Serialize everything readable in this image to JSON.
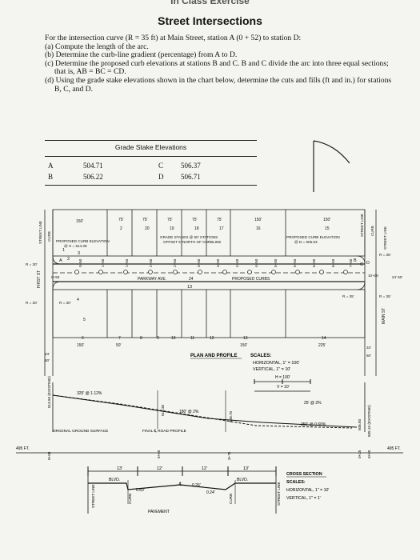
{
  "page": {
    "cut_header": "In Class Exercise",
    "title": "Street Intersections"
  },
  "problem": {
    "intro": "For the intersection curve (R = 35 ft) at Main Street, station A (0 + 52) to station D:",
    "items": [
      "(a) Compute the length of the arc.",
      "(b) Determine the curb-line gradient (percentage) from A to D.",
      "(c) Determine the proposed curb elevations at stations B and C. B and C divide the arc into three equal sections; that is, AB = BC = CD.",
      "(d) Using the grade stake elevations shown in the chart below, determine the cuts and fills (ft and in.) for stations B, C, and D."
    ]
  },
  "grade_table": {
    "title": "Grade Stake Elevations",
    "rows": [
      {
        "l1": "A",
        "v1": "504.71",
        "l2": "C",
        "v2": "506.37"
      },
      {
        "l1": "B",
        "v1": "506.22",
        "l2": "D",
        "v2": "506.71"
      }
    ]
  },
  "plan": {
    "lot_frontages": [
      "150'",
      "75'",
      "75'",
      "75'",
      "75'",
      "75'",
      "150'",
      "150'"
    ],
    "lot_numbers_top": [
      "2",
      "20",
      "19",
      "18",
      "17",
      "16",
      "15"
    ],
    "lot_frontages_bottom": [
      "150'",
      "50'",
      "150'",
      "225'"
    ],
    "lot_numbers_bottom": [
      "4",
      "5",
      "6",
      "7",
      "8",
      "9",
      "10",
      "11",
      "12",
      "13",
      "14"
    ],
    "left_note_1": "PROPOSED CURB ELEVATION",
    "left_note_2": "@ H = 514.35",
    "center_note_1": "GRADE STAKES @ 50' STATIONS",
    "center_note_2": "OFFSET 5' NORTH OF CURBLINE",
    "right_note_1": "PROPOSED CURB ELEVATION",
    "right_note_2": "@ D = 505.63",
    "street_name": "PARKWAY AVE.",
    "street_label_24": "24",
    "proposed_curbs": "PROPOSED CURBS",
    "first_st": "FIRST ST",
    "main_st": "MAIN ST",
    "street_line": "STREET LINE",
    "curb": "CURB",
    "radius_30": "R = 30'",
    "radius_35": "R = 35'",
    "width_24": "24'",
    "width_60": "60'",
    "width_24_50": "24'  50'",
    "width_34": "34'",
    "stations_top": [
      "0+50",
      "1+00",
      "1+50",
      "2+00",
      "2+50",
      "3+00",
      "3+50",
      "4+00",
      "4+50",
      "5+00",
      "5+50",
      "6+00",
      "6+50",
      "7+00"
    ],
    "left_station": "0+50",
    "right_station": "10+00",
    "point_labels": [
      "A",
      "B",
      "C",
      "D",
      "B",
      "C"
    ],
    "small_nums": [
      "3",
      "2",
      "1",
      "13"
    ]
  },
  "profile": {
    "heading": "PLAN AND PROFILE",
    "scales": "SCALES:",
    "horizontal": "HORIZONTAL, 1\" = 100'",
    "vertical": "VERTICAL, 1\" = 10'",
    "h_scale": "H = 100'",
    "v_scale": "V = 10'",
    "grade_1": "325' @ 1.12%",
    "grade_2": "180' @ 2%",
    "grade_3": "25' @ 2%",
    "grade_4": "350' @ 0.60%",
    "elev_left": "513.94 (EXISTING)",
    "elev_mid1": "510.30",
    "elev_mid2": "508.70",
    "elev_right1": "506.50",
    "elev_right2": "505.10 (EXISTING)",
    "ground_label": "ORIGINAL GROUND SURFACE",
    "road_label": "FINAL ℄ ROAD PROFILE",
    "fixed_495_left": "495 FT.",
    "fixed_495_right": "495 FT.",
    "bottom_stations": [
      "0+00",
      "5+00",
      "3+75",
      "0+25",
      "0+00"
    ]
  },
  "cross_section": {
    "dim_13_left": "13'",
    "dim_12_left": "12'",
    "dim_12_right": "12'",
    "dim_13_right": "13'",
    "blvd_left": "BLVD.",
    "blvd_right": "BLVD.",
    "cl": "℄",
    "dim_050": "0.50'",
    "dim_026": "0.26'",
    "dim_024": "0.24'",
    "pavement": "PAVEMENT",
    "curb": "CURB",
    "street_line": "STREET LINE",
    "heading": "CROSS SECTION",
    "scales": "SCALES:",
    "horizontal": "HORIZONTAL, 1\" = 10'",
    "vertical": "VERTICAL, 1\" = 1'"
  }
}
